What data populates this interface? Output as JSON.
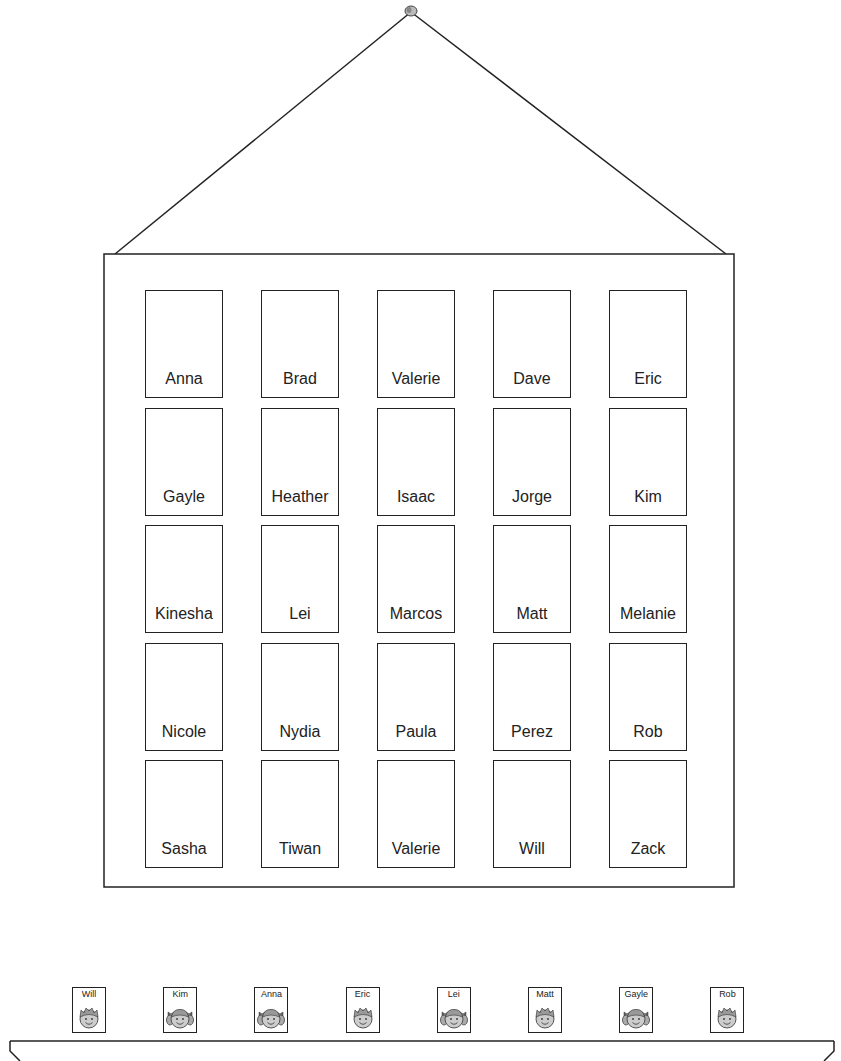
{
  "diagram": {
    "nodes": [
      {
        "text": [
          "Anna"
        ]
      },
      {
        "text": [
          "Brad"
        ]
      },
      {
        "text": [
          "Valerie"
        ]
      },
      {
        "text": [
          "Dave"
        ]
      },
      {
        "text": [
          "Eric"
        ]
      },
      {
        "text": [
          "Gayle"
        ]
      },
      {
        "text": [
          "Heather"
        ]
      },
      {
        "text": [
          "Isaac"
        ]
      },
      {
        "text": [
          "Jorge"
        ]
      },
      {
        "text": [
          "Kim"
        ]
      },
      {
        "text": [
          "Kinesha"
        ]
      },
      {
        "text": [
          "Lei"
        ]
      },
      {
        "text": [
          "Marcos"
        ]
      },
      {
        "text": [
          "Matt"
        ]
      },
      {
        "text": [
          "Melanie"
        ]
      },
      {
        "text": [
          "Nicole"
        ]
      },
      {
        "text": [
          "Nydia"
        ]
      },
      {
        "text": [
          "Paula"
        ]
      },
      {
        "text": [
          "Perez"
        ]
      },
      {
        "text": [
          "Rob"
        ]
      },
      {
        "text": [
          "Sasha"
        ]
      },
      {
        "text": [
          "Tiwan"
        ]
      },
      {
        "text": [
          "Valerie"
        ]
      },
      {
        "text": [
          "Will"
        ]
      },
      {
        "text": [
          "Zack"
        ]
      },
      {
        "text": [
          "Will"
        ]
      },
      {
        "text": [
          "Kim"
        ]
      },
      {
        "text": [
          "Anna"
        ]
      },
      {
        "text": [
          "Eric"
        ]
      },
      {
        "text": [
          "Lei"
        ]
      },
      {
        "text": [
          "Matt"
        ]
      },
      {
        "text": [
          "Gayle"
        ]
      },
      {
        "text": [
          "Rob"
        ]
      }
    ]
  }
}
